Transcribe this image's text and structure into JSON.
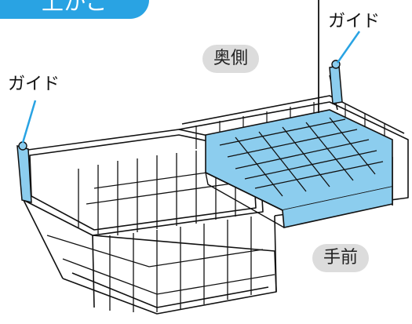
{
  "labels": {
    "title": "上かご",
    "back": "奥側",
    "front": "手前",
    "guide_left": "ガイド",
    "guide_right": "ガイド"
  },
  "colors": {
    "accent_blue": "#29a3e3",
    "tray_blue": "#8ccdee",
    "pill_gray": "#dcdcdc",
    "line": "#111111"
  }
}
